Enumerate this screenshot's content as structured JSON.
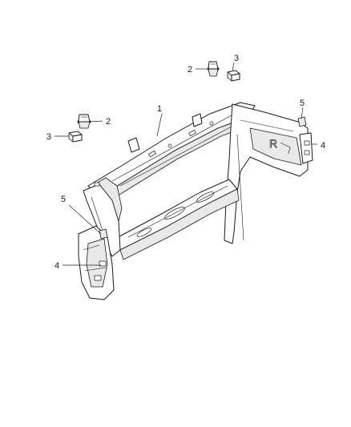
{
  "diagram": {
    "callouts": {
      "c1": "1",
      "c2a": "2",
      "c2b": "2",
      "c3a": "3",
      "c3b": "3",
      "c4a": "4",
      "c4b": "4",
      "c5a": "5",
      "c5b": "5"
    },
    "embossed_mark": "R"
  }
}
